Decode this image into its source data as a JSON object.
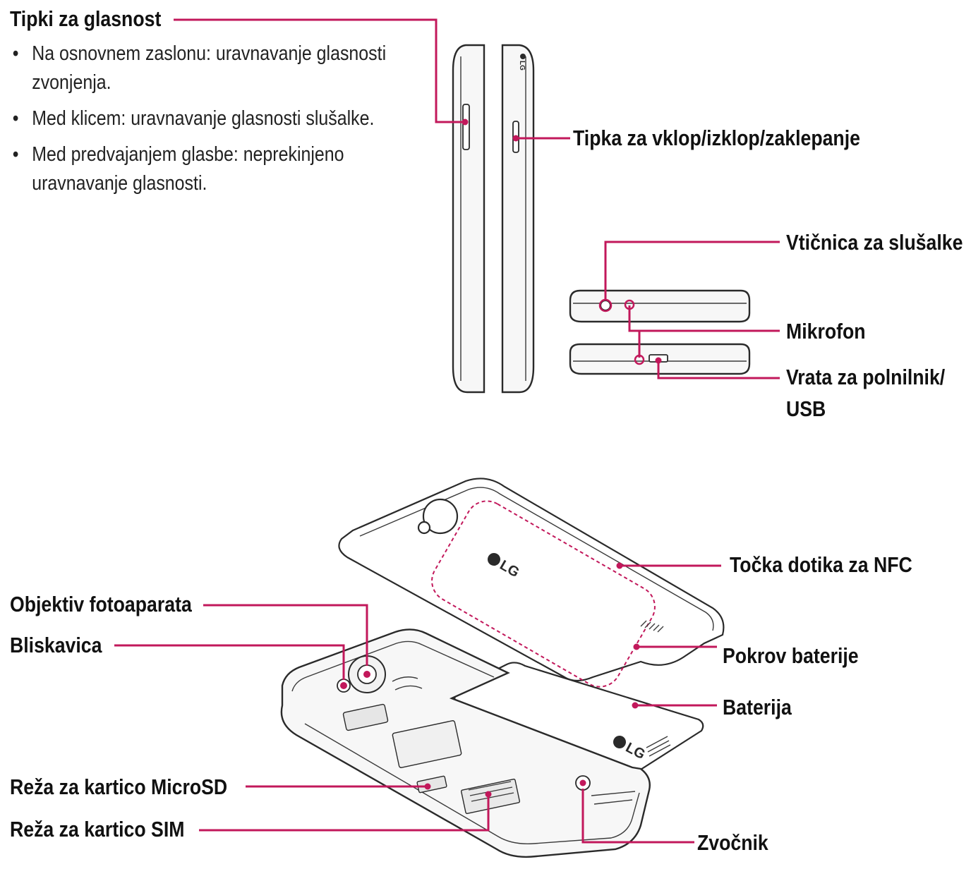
{
  "labels": {
    "volume_keys": "Tipki za glasnost",
    "power_key": "Tipka za vklop/izklop/zaklepanje",
    "headset_jack": "Vtičnica za slušalke",
    "microphone": "Mikrofon",
    "charger_port_line1": "Vrata za polnilnik/",
    "charger_port_line2": "USB",
    "nfc_point": "Točka dotika za NFC",
    "camera_lens": "Objektiv fotoaparata",
    "flash": "Bliskavica",
    "battery_cover": "Pokrov baterije",
    "battery": "Baterija",
    "microsd_slot": "Reža za kartico MicroSD",
    "sim_slot": "Reža za kartico SIM",
    "speaker": "Zvočnik"
  },
  "volume_notes": [
    "Na osnovnem zaslonu: uravnavanje glasnosti zvonjenja.",
    "Med klicem: uravnavanje glasnosti slušalke.",
    "Med predvajanjem glasbe: neprekinjeno uravnavanje glasnosti."
  ],
  "logo_text": "LG",
  "colors": {
    "callout": "#c2185b",
    "outline": "#2a2a2a"
  }
}
